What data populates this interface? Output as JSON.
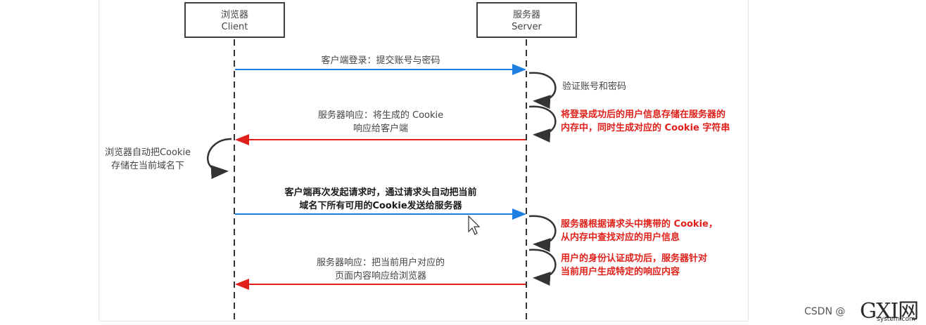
{
  "actors": {
    "client": {
      "name_cn": "浏览器",
      "name_en": "Client"
    },
    "server": {
      "name_cn": "服务器",
      "name_en": "Server"
    }
  },
  "messages": {
    "login": "客户端登录：提交账号与密码",
    "response_cookie_1": "服务器响应：将生成的 Cookie",
    "response_cookie_2": "响应给客户端",
    "resend_1": "客户端再次发起请求时，通过请求头自动把当前",
    "resend_2": "域名下所有可用的Cookie发送给服务器",
    "response_page_1": "服务器响应：把当前用户对应的",
    "response_page_2": "页面内容响应给浏览器"
  },
  "notes": {
    "verify": "验证账号和密码",
    "store_1": "将登录成功后的用户信息存储在服务器的",
    "store_2": "内存中，同时生成对应的 Cookie 字符串",
    "browser_store_1": "浏览器自动把Cookie",
    "browser_store_2": "存储在当前域名下",
    "lookup_1": "服务器根据请求头中携带的 Cookie，",
    "lookup_2": "从内存中查找对应的用户信息",
    "auth_1": "用户的身份认证成功后，服务器针对",
    "auth_2": "当前用户生成特定的响应内容"
  },
  "watermark": {
    "csdn": "CSDN @",
    "logo_main": "GXI网",
    "logo_sub": "system.com"
  },
  "colors": {
    "request_arrow": "#1e7fe0",
    "response_arrow": "#e0201a",
    "red_text": "#e0201a",
    "lifeline": "#333333"
  }
}
